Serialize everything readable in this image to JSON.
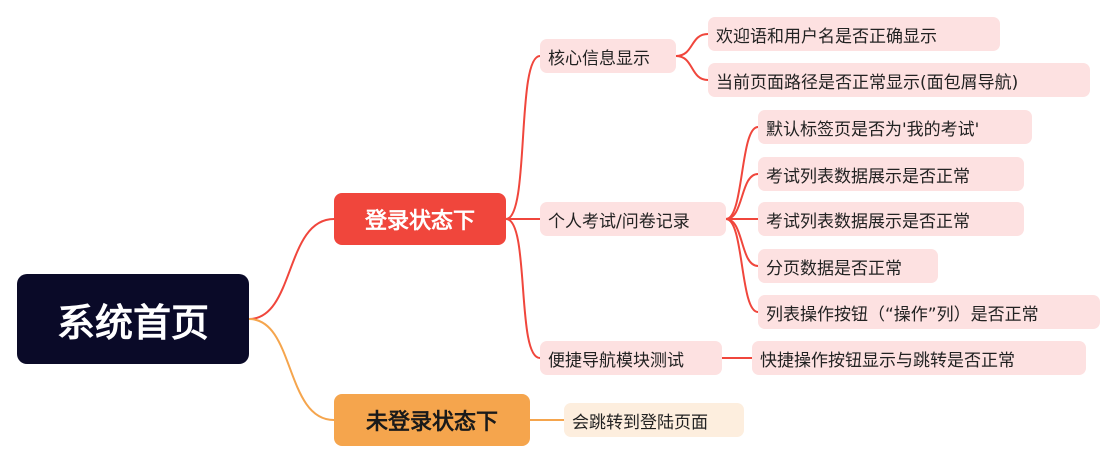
{
  "root": {
    "label": "系统首页"
  },
  "logged_in": {
    "label": "登录状态下",
    "core": {
      "label": "核心信息显示",
      "items": [
        "欢迎语和用户名是否正确显示",
        "当前页面路径是否正常显示(面包屑导航)"
      ]
    },
    "exam": {
      "label": "个人考试/问卷记录",
      "items": [
        "默认标签页是否为'我的考试'",
        "考试列表数据展示是否正常",
        "考试列表数据展示是否正常",
        "分页数据是否正常",
        "列表操作按钮（“操作”列）是否正常"
      ]
    },
    "nav": {
      "label": "便捷导航模块测试",
      "items": [
        "快捷操作按钮显示与跳转是否正常"
      ]
    }
  },
  "logged_out": {
    "label": "未登录状态下",
    "items": [
      "会跳转到登陆页面"
    ]
  },
  "colors": {
    "root_bg": "#0a0a28",
    "red": "#f0463c",
    "orange": "#f5a54d",
    "pink_bg": "#fde1e1",
    "peach_bg": "#fdeede"
  }
}
